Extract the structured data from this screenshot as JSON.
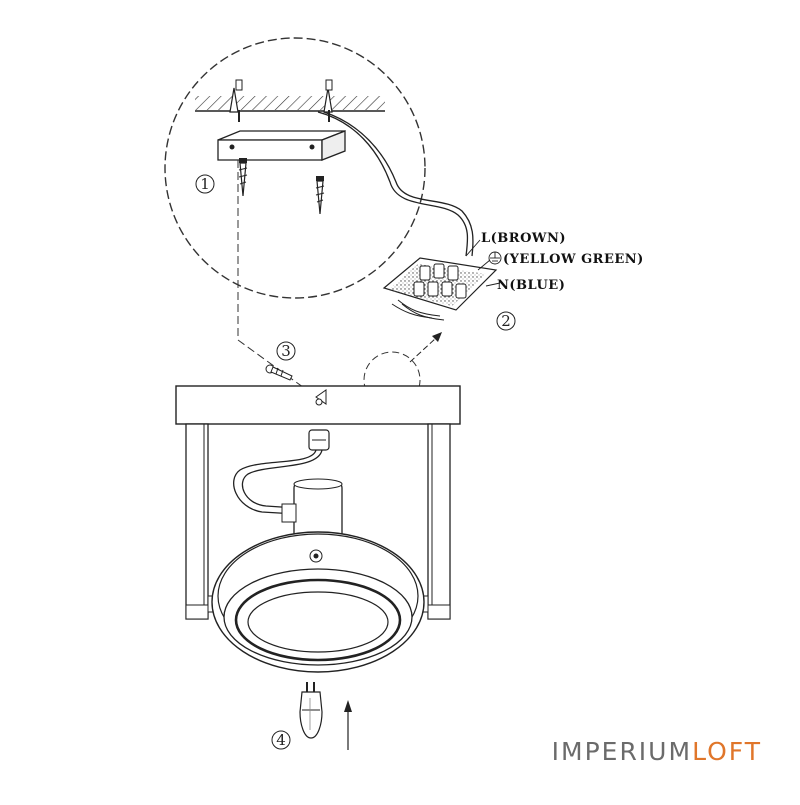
{
  "labels": {
    "brown": "L(BROWN)",
    "earth": "(YELLOW GREEN)",
    "blue": "N(BLUE)"
  },
  "steps": {
    "s1": "1",
    "s2": "2",
    "s3": "3",
    "s4": "4"
  },
  "brand": {
    "part1": "IMPERIUM",
    "part2": "LOFT",
    "color1": "#6b6b6b",
    "color2": "#e0762a"
  }
}
